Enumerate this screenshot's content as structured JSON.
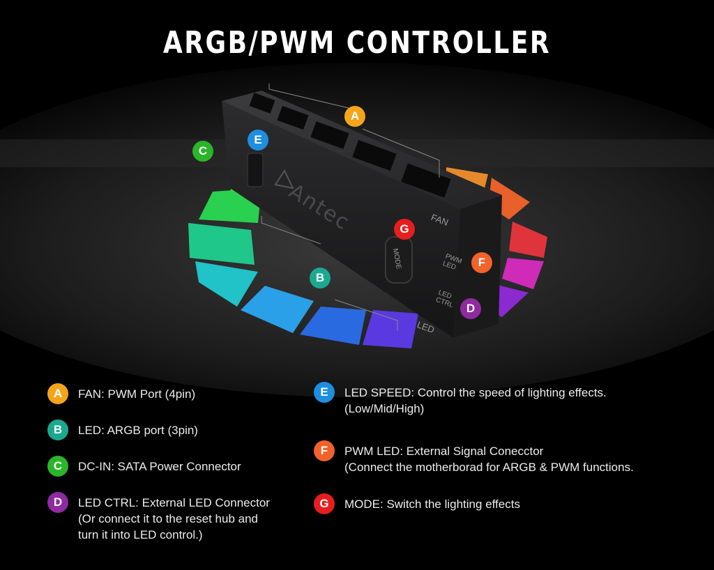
{
  "title": "ARGB/PWM CONTROLLER",
  "brand": "Antec",
  "device_labels": {
    "fan": "FAN",
    "led": "LED",
    "mode": "MODE",
    "pwm_led": "PWM LED",
    "led_ctrl": "LED CTRL"
  },
  "badges": [
    {
      "letter": "A",
      "color": "#f4a51c"
    },
    {
      "letter": "B",
      "color": "#1aa98f"
    },
    {
      "letter": "C",
      "color": "#2bb52a"
    },
    {
      "letter": "D",
      "color": "#8f2aa0"
    },
    {
      "letter": "E",
      "color": "#1e8fe0"
    },
    {
      "letter": "F",
      "color": "#f2622a"
    },
    {
      "letter": "G",
      "color": "#e61e1e"
    }
  ],
  "legend": [
    {
      "letter": "A",
      "lines": [
        "FAN: PWM Port (4pin)"
      ]
    },
    {
      "letter": "B",
      "lines": [
        "LED: ARGB port (3pin)"
      ]
    },
    {
      "letter": "C",
      "lines": [
        "DC-IN: SATA Power Connector"
      ]
    },
    {
      "letter": "D",
      "lines": [
        "LED CTRL: External LED Connector",
        "(Or connect it to the reset hub and",
        "turn it into LED control.)"
      ]
    },
    {
      "letter": "E",
      "lines": [
        "LED SPEED: Control the speed of lighting effects.",
        "(Low/Mid/High)"
      ]
    },
    {
      "letter": "F",
      "lines": [
        "PWM LED: External Signal Conecctor",
        "(Connect the motherborad for ARGB & PWM functions."
      ]
    },
    {
      "letter": "G",
      "lines": [
        "MODE: Switch the lighting effects"
      ]
    }
  ]
}
